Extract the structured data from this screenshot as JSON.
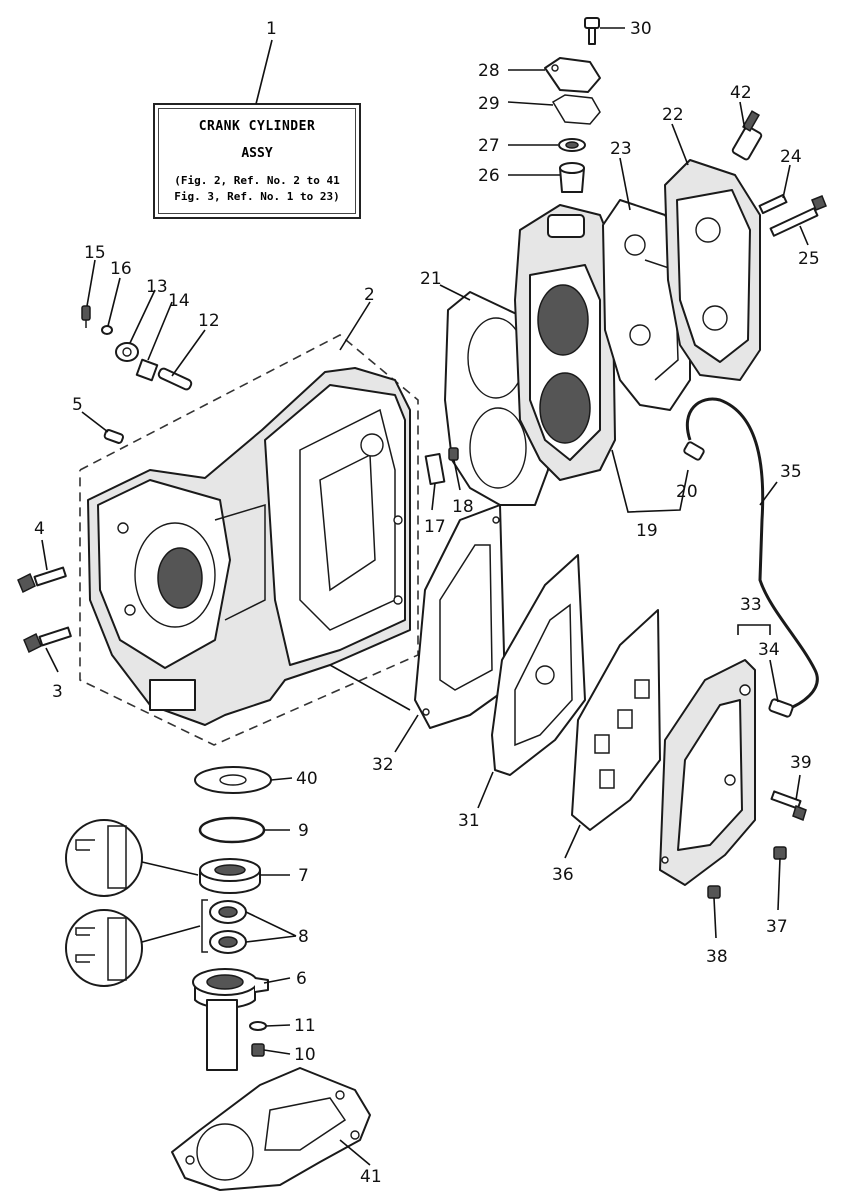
{
  "assy_label": {
    "line1": "CRANK CYLINDER",
    "line2": "ASSY",
    "line3": "(Fig. 2, Ref. No. 2 to 41",
    "line4": "Fig. 3, Ref. No. 1 to 23)"
  },
  "callouts": {
    "n1": "1",
    "n2": "2",
    "n3": "3",
    "n4": "4",
    "n5": "5",
    "n6": "6",
    "n7": "7",
    "n8": "8",
    "n9": "9",
    "n10": "10",
    "n11": "11",
    "n12": "12",
    "n13": "13",
    "n14": "14",
    "n15": "15",
    "n16": "16",
    "n17": "17",
    "n18": "18",
    "n19": "19",
    "n20": "20",
    "n21": "21",
    "n22": "22",
    "n23": "23",
    "n24": "24",
    "n25": "25",
    "n26": "26",
    "n27": "27",
    "n28": "28",
    "n29": "29",
    "n30": "30",
    "n31": "31",
    "n32": "32",
    "n33": "33",
    "n34": "34",
    "n35": "35",
    "n36": "36",
    "n37": "37",
    "n38": "38",
    "n39": "39",
    "n40": "40",
    "n41": "41",
    "n42": "42"
  }
}
